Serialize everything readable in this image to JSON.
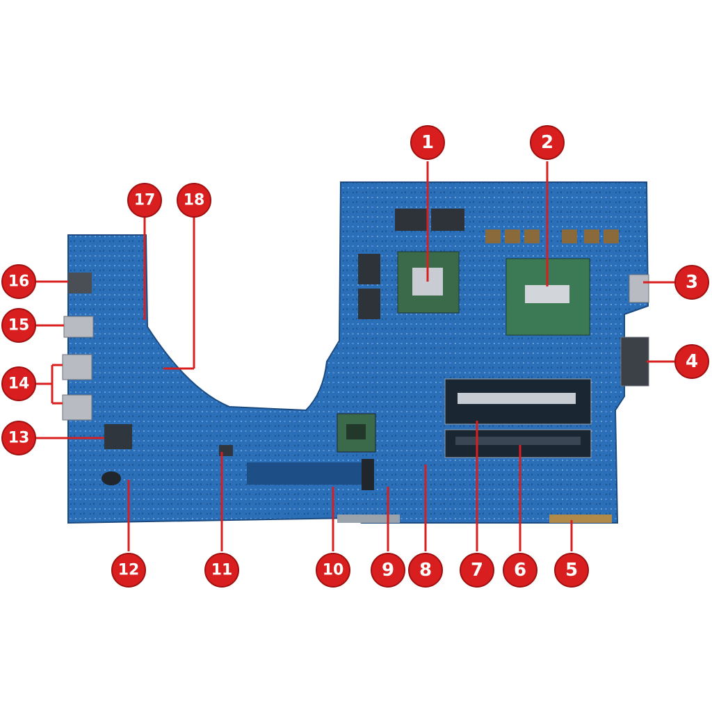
{
  "figure": {
    "subject": "laptop motherboard (component callout diagram)",
    "board_color": "#2a6fb8",
    "callout_color": "#d81e1e",
    "callout_text_color": "#ffffff"
  },
  "callouts": [
    {
      "id": "1",
      "label": "1"
    },
    {
      "id": "2",
      "label": "2"
    },
    {
      "id": "3",
      "label": "3"
    },
    {
      "id": "4",
      "label": "4"
    },
    {
      "id": "5",
      "label": "5"
    },
    {
      "id": "6",
      "label": "6"
    },
    {
      "id": "7",
      "label": "7"
    },
    {
      "id": "8",
      "label": "8"
    },
    {
      "id": "9",
      "label": "9"
    },
    {
      "id": "10",
      "label": "10"
    },
    {
      "id": "11",
      "label": "11"
    },
    {
      "id": "12",
      "label": "12"
    },
    {
      "id": "13",
      "label": "13"
    },
    {
      "id": "14",
      "label": "14"
    },
    {
      "id": "15",
      "label": "15"
    },
    {
      "id": "16",
      "label": "16"
    },
    {
      "id": "17",
      "label": "17"
    },
    {
      "id": "18",
      "label": "18"
    }
  ]
}
